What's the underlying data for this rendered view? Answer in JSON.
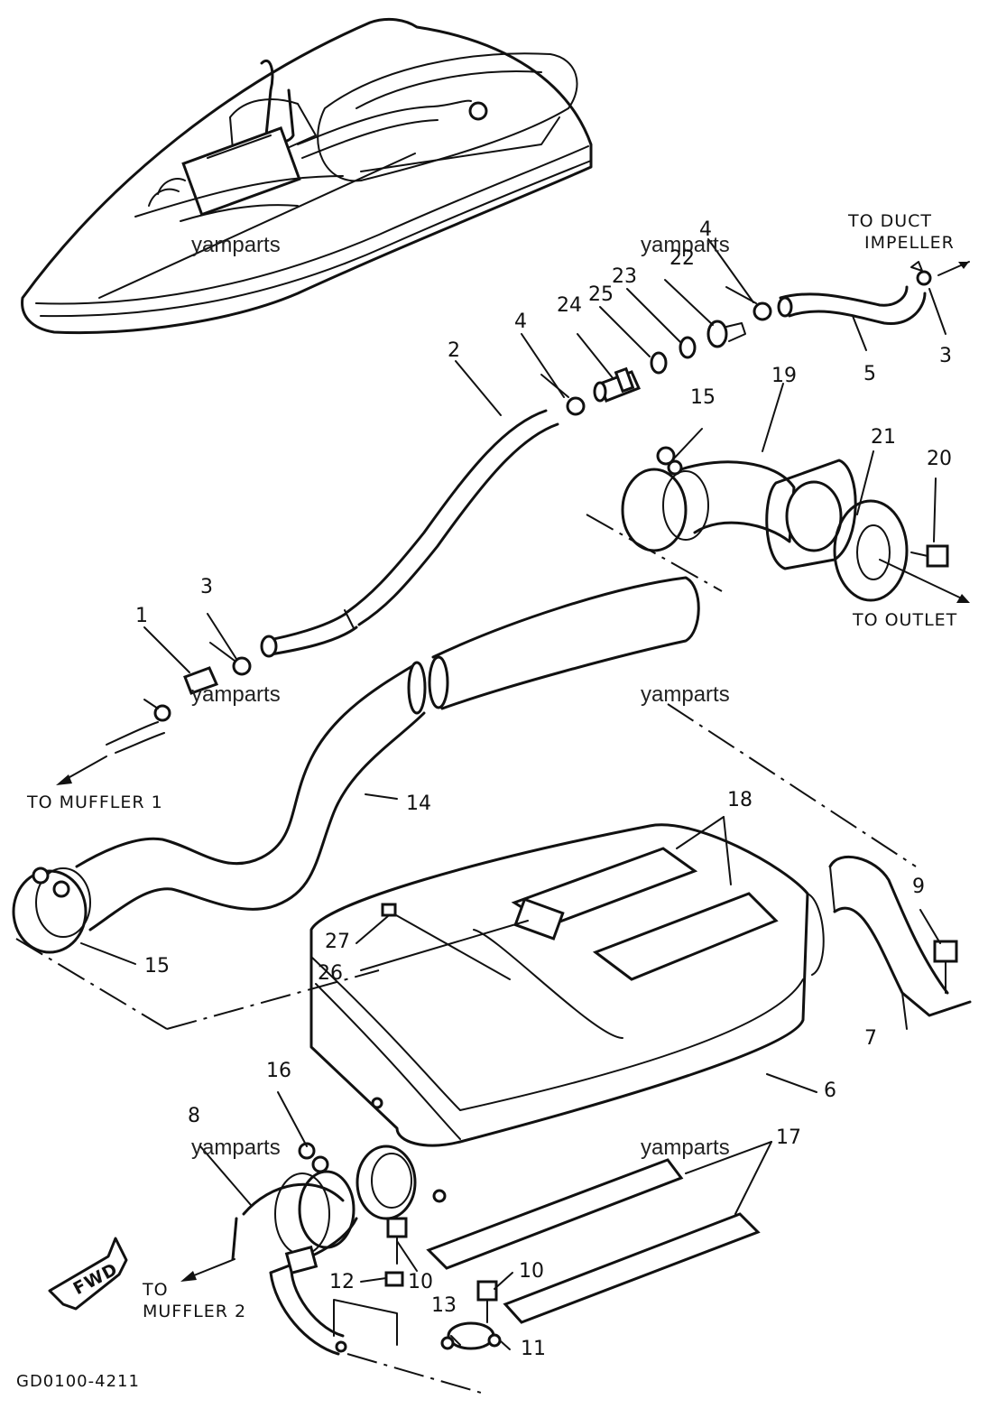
{
  "watermark": "yamparts",
  "figure_code": "GD0100-4211",
  "fwd_label": "FWD",
  "callouts": {
    "c1": "1",
    "c2": "2",
    "c3a": "3",
    "c3b": "3",
    "c4a": "4",
    "c4b": "4",
    "c5": "5",
    "c6": "6",
    "c7": "7",
    "c8": "8",
    "c9": "9",
    "c10a": "10",
    "c10b": "10",
    "c11": "11",
    "c12": "12",
    "c13": "13",
    "c14": "14",
    "c15a": "15",
    "c15b": "15",
    "c16": "16",
    "c17": "17",
    "c18": "18",
    "c19": "19",
    "c20": "20",
    "c21": "21",
    "c22": "22",
    "c23": "23",
    "c24": "24",
    "c25": "25",
    "c26": "26",
    "c27": "27"
  },
  "labels": {
    "to_duct_1": "TO DUCT",
    "to_duct_2": "IMPELLER",
    "to_outlet": "TO OUTLET",
    "to_muffler1": "TO MUFFLER 1",
    "to_muffler2_1": "TO",
    "to_muffler2_2": "MUFFLER 2"
  },
  "colors": {
    "ink": "#111111",
    "paper": "#ffffff"
  }
}
